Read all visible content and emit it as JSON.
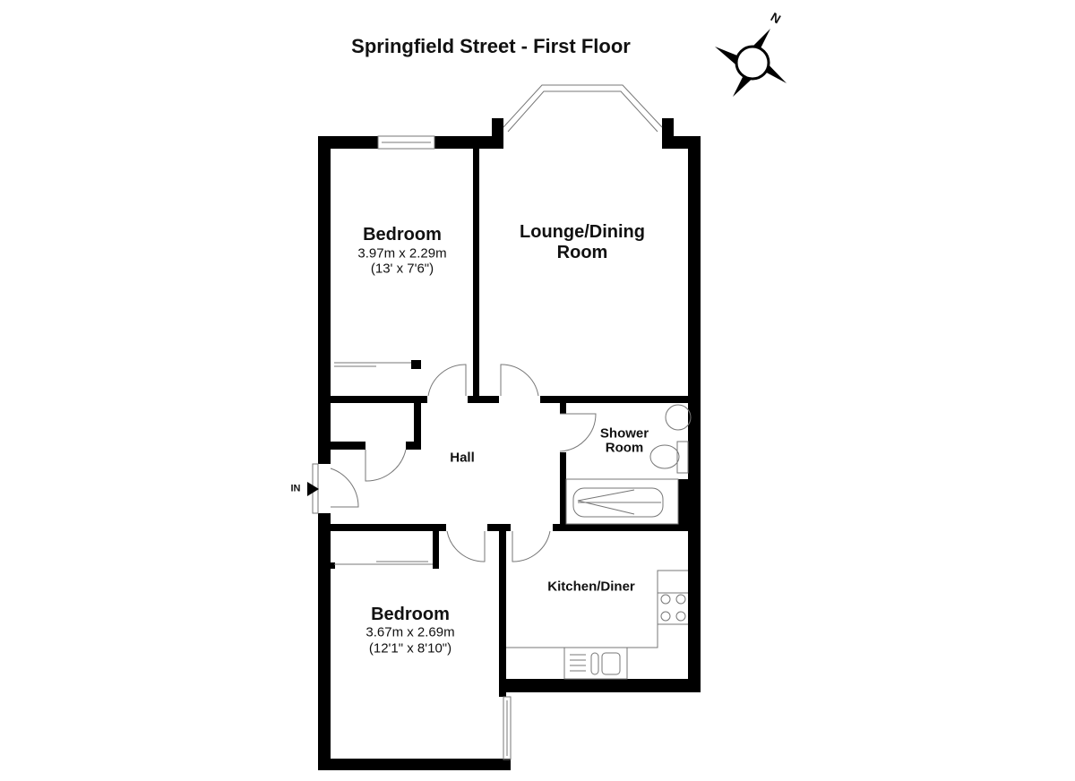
{
  "title": "Springfield Street - First Floor",
  "compass": {
    "label": "N"
  },
  "entrance": {
    "label": "IN"
  },
  "rooms": [
    {
      "name": "Bedroom",
      "dim_metric": "3.97m x 2.29m",
      "dim_imperial": "(13' x 7'6\")"
    },
    {
      "name_line1": "Lounge/Dining",
      "name_line2": "Room"
    },
    {
      "name": "Hall"
    },
    {
      "name_line1": "Shower",
      "name_line2": "Room"
    },
    {
      "name": "Kitchen/Diner"
    },
    {
      "name": "Bedroom",
      "dim_metric": "3.67m x 2.69m",
      "dim_imperial": "(12'1\" x 8'10\")"
    }
  ],
  "colors": {
    "wall": "#000000",
    "fixture": "#888888"
  }
}
